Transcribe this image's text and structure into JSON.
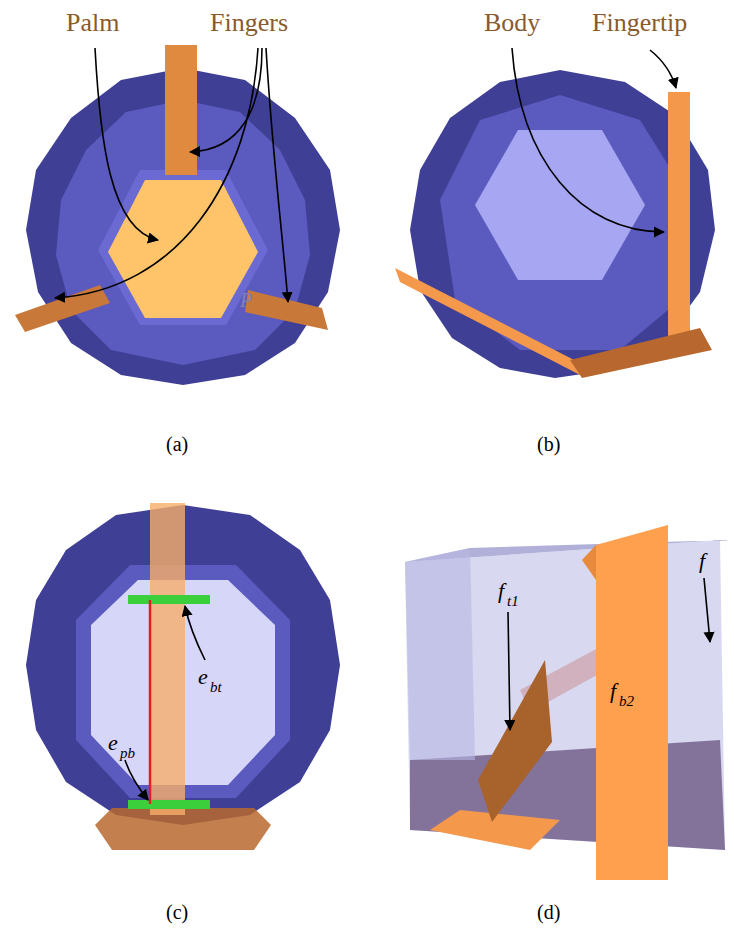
{
  "diagram": {
    "labels": [
      "Palm",
      "Fingers",
      "Body",
      "Fingertip",
      "P",
      "(a)",
      "(b)",
      "(c)",
      "(d)",
      "e",
      "pb",
      "e",
      "bt",
      "f",
      "t1",
      "f",
      "b2",
      "f"
    ]
  }
}
